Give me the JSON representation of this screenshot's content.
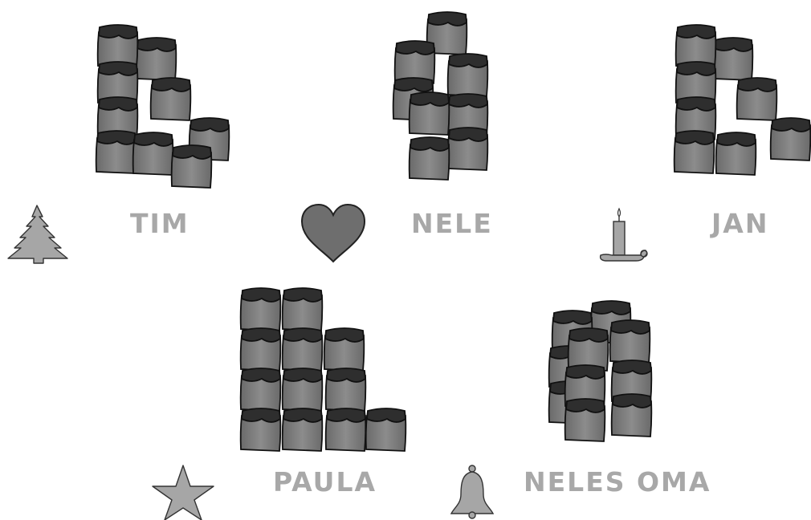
{
  "names": {
    "tim": "TIM",
    "nele": "NELE",
    "jan": "JAN",
    "paula": "PAULA",
    "neles_oma": "NELES OMA"
  },
  "decorations": [
    "tree-icon",
    "heart-icon",
    "candle-icon",
    "star-icon",
    "bell-icon"
  ],
  "colors": {
    "name_text": "#a8a8a8",
    "cube_face": "#7a7a7a",
    "cube_top": "#2e2e2e",
    "decoration_fill": "#a6a6a6",
    "heart_fill": "#6e6e6e"
  }
}
